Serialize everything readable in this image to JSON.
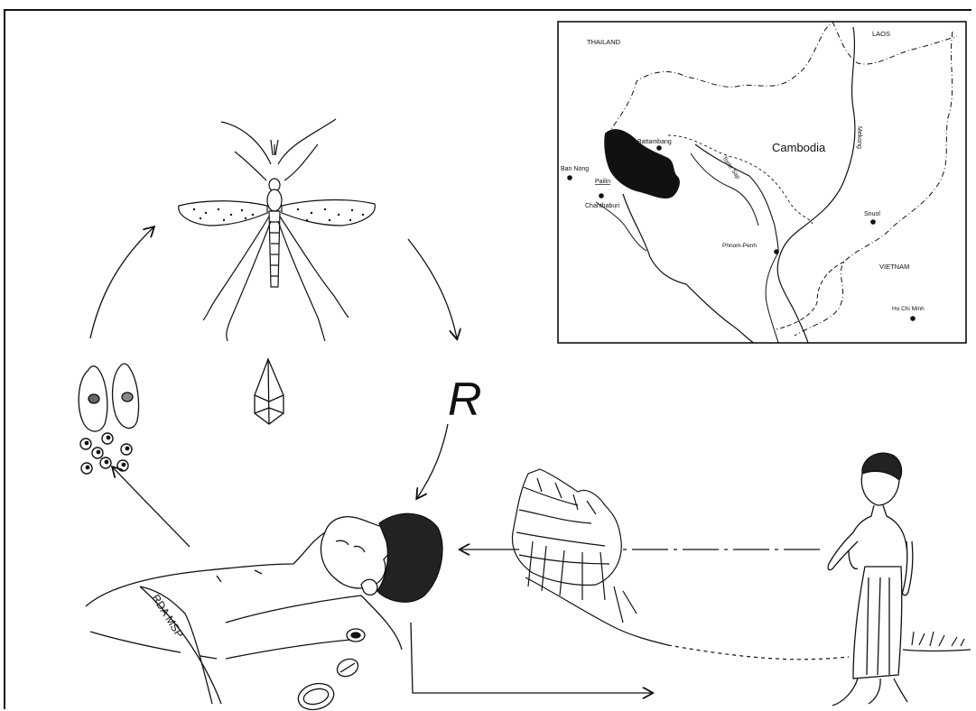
{
  "map": {
    "labels": {
      "thailand": "THAILAND",
      "laos": "LAOS",
      "cambodia": "Cambodia",
      "vietnam": "VIETNAM",
      "mekong": "Mekong",
      "tonle_sap": "Tonle Sap",
      "battambang": "Battambang",
      "pailin": "Pailin",
      "chanthaburi": "Chanthaburi",
      "ban_nong": "Ban Nong",
      "snuol": "Snuol",
      "phnom_penh": "Phnom-Penh",
      "ho_chi_minh": "Ho Chi Minh"
    }
  },
  "diagram": {
    "resistance_mark": "R",
    "bedsheet_text": "RDA MSP"
  }
}
